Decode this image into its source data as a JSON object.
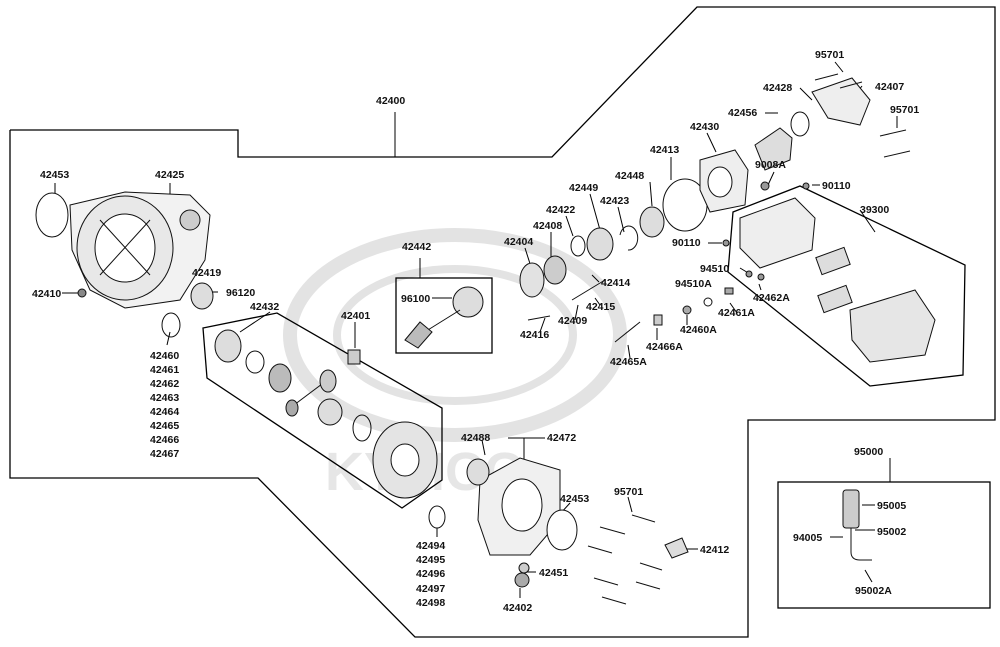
{
  "watermark": "KYMCO",
  "labels": {
    "l42400": "42400",
    "l42453a": "42453",
    "l42425": "42425",
    "l42419": "42419",
    "l42410": "42410",
    "l96120": "96120",
    "l42432": "42432",
    "l42460": "42460",
    "l42461": "42461",
    "l42462": "42462",
    "l42463": "42463",
    "l42464": "42464",
    "l42465": "42465",
    "l42466": "42466",
    "l42467": "42467",
    "l42442": "42442",
    "l96100": "96100",
    "l42401": "42401",
    "l42404": "42404",
    "l42408": "42408",
    "l42422": "42422",
    "l42449": "42449",
    "l42423": "42423",
    "l42448": "42448",
    "l42413": "42413",
    "l42430": "42430",
    "l42456": "42456",
    "l42428": "42428",
    "l95701a": "95701",
    "l42407": "42407",
    "l95701b": "95701",
    "l9008A": "9008A",
    "l90110a": "90110",
    "l39300": "39300",
    "l90110b": "90110",
    "l94510": "94510",
    "l94510A": "94510A",
    "l42462A": "42462A",
    "l42461A": "42461A",
    "l42414": "42414",
    "l42415": "42415",
    "l42409": "42409",
    "l42416": "42416",
    "l42460A": "42460A",
    "l42466A": "42466A",
    "l42465A": "42465A",
    "l42488": "42488",
    "l42472": "42472",
    "l42453b": "42453",
    "l95701c": "95701",
    "l42412": "42412",
    "l42451": "42451",
    "l42402": "42402",
    "l42494": "42494",
    "l42495": "42495",
    "l42496": "42496",
    "l42497": "42497",
    "l42498": "42498",
    "l95000": "95000",
    "l95005": "95005",
    "l95002": "95002",
    "l94005": "94005",
    "l95002A": "95002A"
  }
}
